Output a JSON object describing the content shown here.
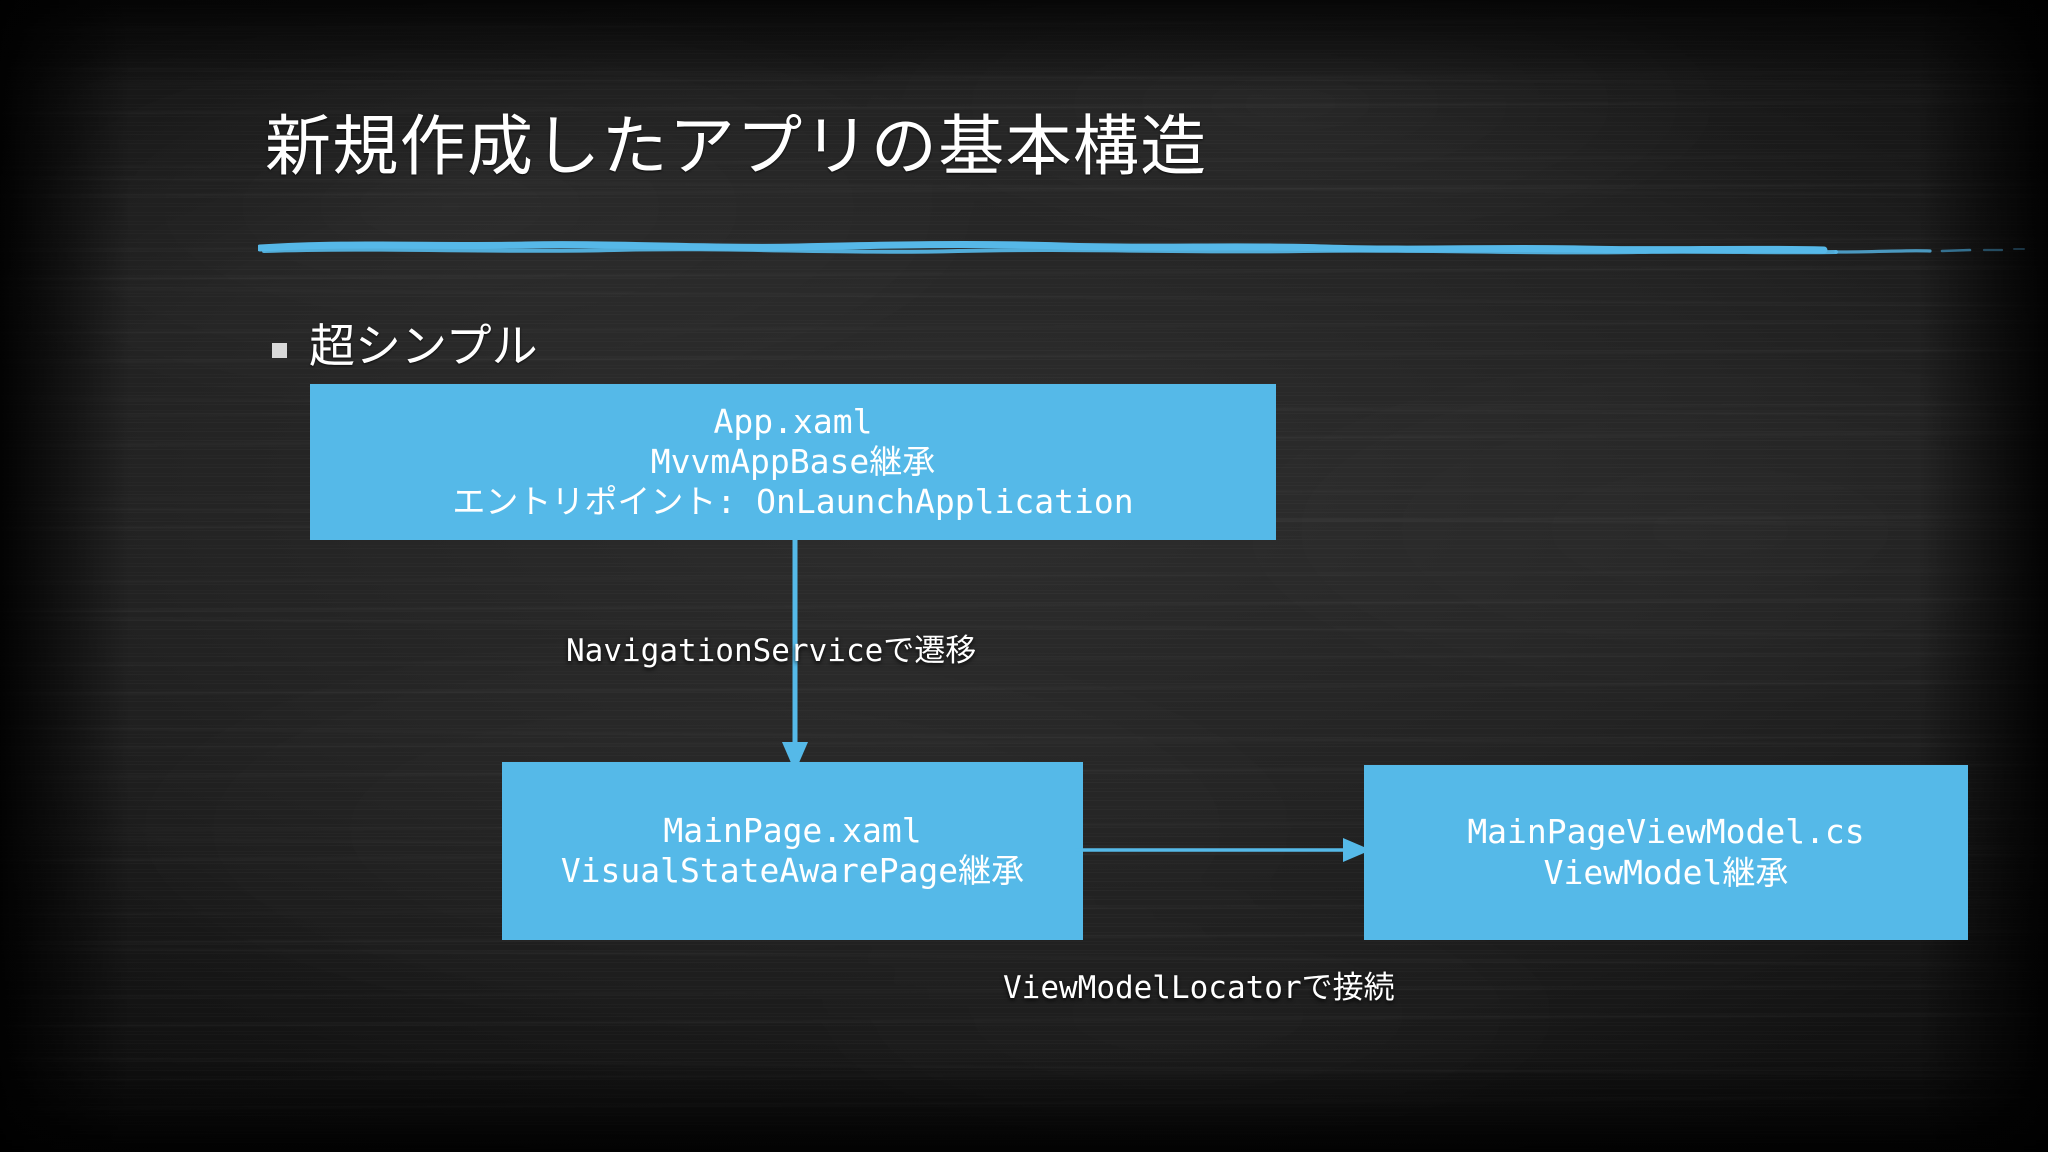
{
  "slide": {
    "title": "新規作成したアプリの基本構造",
    "accent_color": "#55b9e8",
    "background_color": "#151515",
    "text_color": "#ffffff"
  },
  "bullet": {
    "marker": "square-bullet",
    "text": "超シンプル"
  },
  "diagram": {
    "boxes": [
      {
        "id": "app-xaml",
        "lines": [
          "App.xaml",
          "MvvmAppBase継承",
          "エントリポイント: OnLaunchApplication"
        ]
      },
      {
        "id": "mainpage-xaml",
        "lines": [
          "MainPage.xaml",
          "VisualStateAwarePage継承"
        ]
      },
      {
        "id": "mainpage-viewmodel",
        "lines": [
          "MainPageViewModel.cs",
          "ViewModel継承"
        ]
      }
    ],
    "connectors": [
      {
        "id": "app-to-mainpage",
        "direction": "down",
        "label": "NavigationServiceで遷移"
      },
      {
        "id": "mainpage-to-viewmodel",
        "direction": "right",
        "label": "ViewModelLocatorで接続"
      }
    ]
  }
}
